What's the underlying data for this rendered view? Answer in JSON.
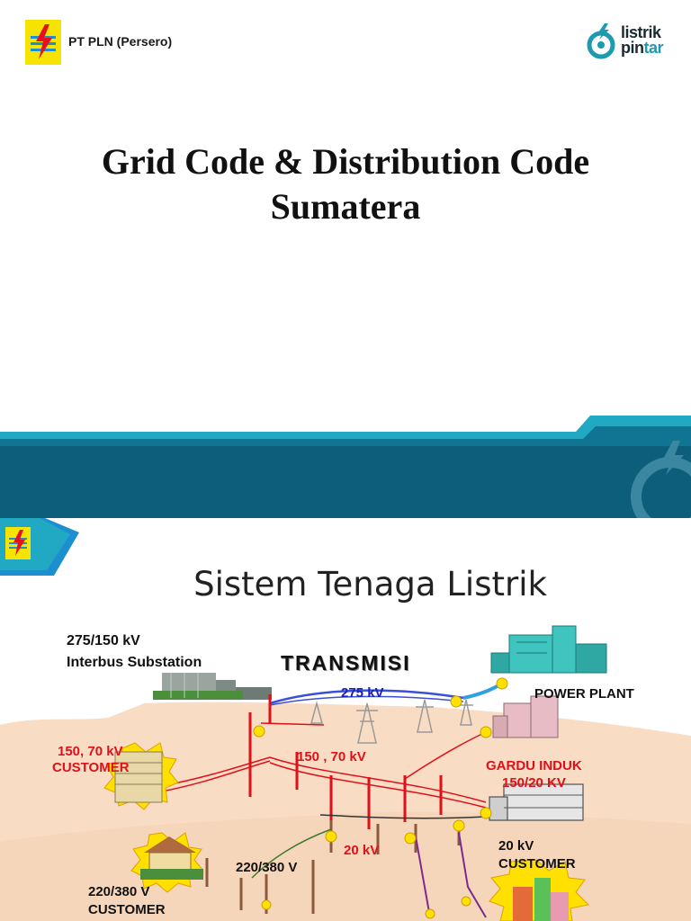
{
  "slide1": {
    "company_name": "PT PLN (Persero)",
    "brand_top": "listrik",
    "brand_bottom_a": "pin",
    "brand_bottom_b": "tar",
    "title_line1": "Grid Code & Distribution Code",
    "title_line2": "Sumatera",
    "band_colors": {
      "dark": "#0d5e7a",
      "mid": "#0f7593",
      "light": "#21a9c4"
    }
  },
  "slide2": {
    "title": "Sistem Tenaga Listrik",
    "labels": {
      "substation_voltage": "275/150 kV",
      "substation_name": "Interbus Substation",
      "transmisi": "TRANSMISI",
      "v275": "275 kV",
      "power_plant": "POWER PLANT",
      "customer_150_70_a": "150, 70  kV",
      "customer_150_70_b": "CUSTOMER",
      "line_150_70": "150 , 70  kV",
      "gardu_induk_a": "GARDU INDUK",
      "gardu_induk_b": "150/20 KV",
      "v20": "20  kV",
      "customer_20_a": "20  kV",
      "customer_20_b": "CUSTOMER",
      "v220_380": "220/380 V",
      "customer_220_a": "220/380 V",
      "customer_220_b": "CUSTOMER"
    },
    "colors": {
      "ground": "#f8dcc4",
      "line_red": "#e0101a",
      "line_blue": "#3b4fd8",
      "line_purple": "#7a2a90",
      "building_teal": "#3fc4c0",
      "glow": "#ffe000"
    }
  }
}
